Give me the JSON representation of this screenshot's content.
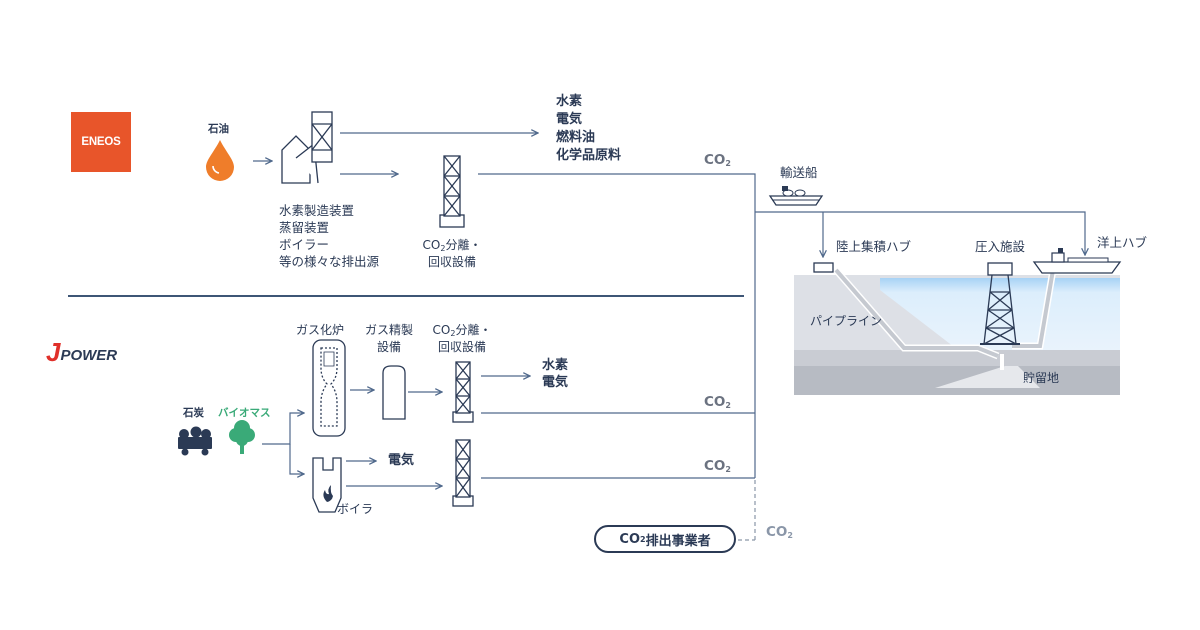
{
  "logos": {
    "eneos": "ENEOS",
    "jpower_j": "J",
    "jpower_text": "POWER"
  },
  "eneos_section": {
    "petroleum": "石油",
    "facility_lines": [
      "水素製造装置",
      "蒸留装置",
      "ボイラー",
      "等の様々な排出源"
    ],
    "capture": {
      "prefix": "CO",
      "sub": "2",
      "suffix": "分離・",
      "line2": "回収設備"
    },
    "products": [
      "水素",
      "電気",
      "燃料油",
      "化学品原料"
    ]
  },
  "jpower_section": {
    "coal": "石炭",
    "biomass": "バイオマス",
    "gasifier": "ガス化炉",
    "gas_purification": [
      "ガス精製",
      "設備"
    ],
    "capture": {
      "prefix": "CO",
      "sub": "2",
      "suffix": "分離・",
      "line2": "回収設備"
    },
    "products": [
      "水素",
      "電気"
    ],
    "boiler_power": "電気",
    "boiler": "ボイラ"
  },
  "co2_label": {
    "prefix": "CO",
    "sub": "2"
  },
  "emitter": {
    "prefix": "CO",
    "sub": "2",
    "suffix": "排出事業者"
  },
  "transport": {
    "ship": "輸送船",
    "onshore_hub": "陸上集積ハブ",
    "injection": "圧入施設",
    "offshore_hub": "洋上ハブ",
    "pipeline": "パイプライン",
    "reservoir": "貯留地"
  },
  "colors": {
    "line": "#50698c",
    "text": "#2b3a55",
    "eneos": "#e8552a",
    "oil": "#ef7d2a",
    "biomass": "#3aaa78",
    "sea": "#cfe6fa",
    "ground": "#dde0e6",
    "rock": "#b7bbc3"
  }
}
